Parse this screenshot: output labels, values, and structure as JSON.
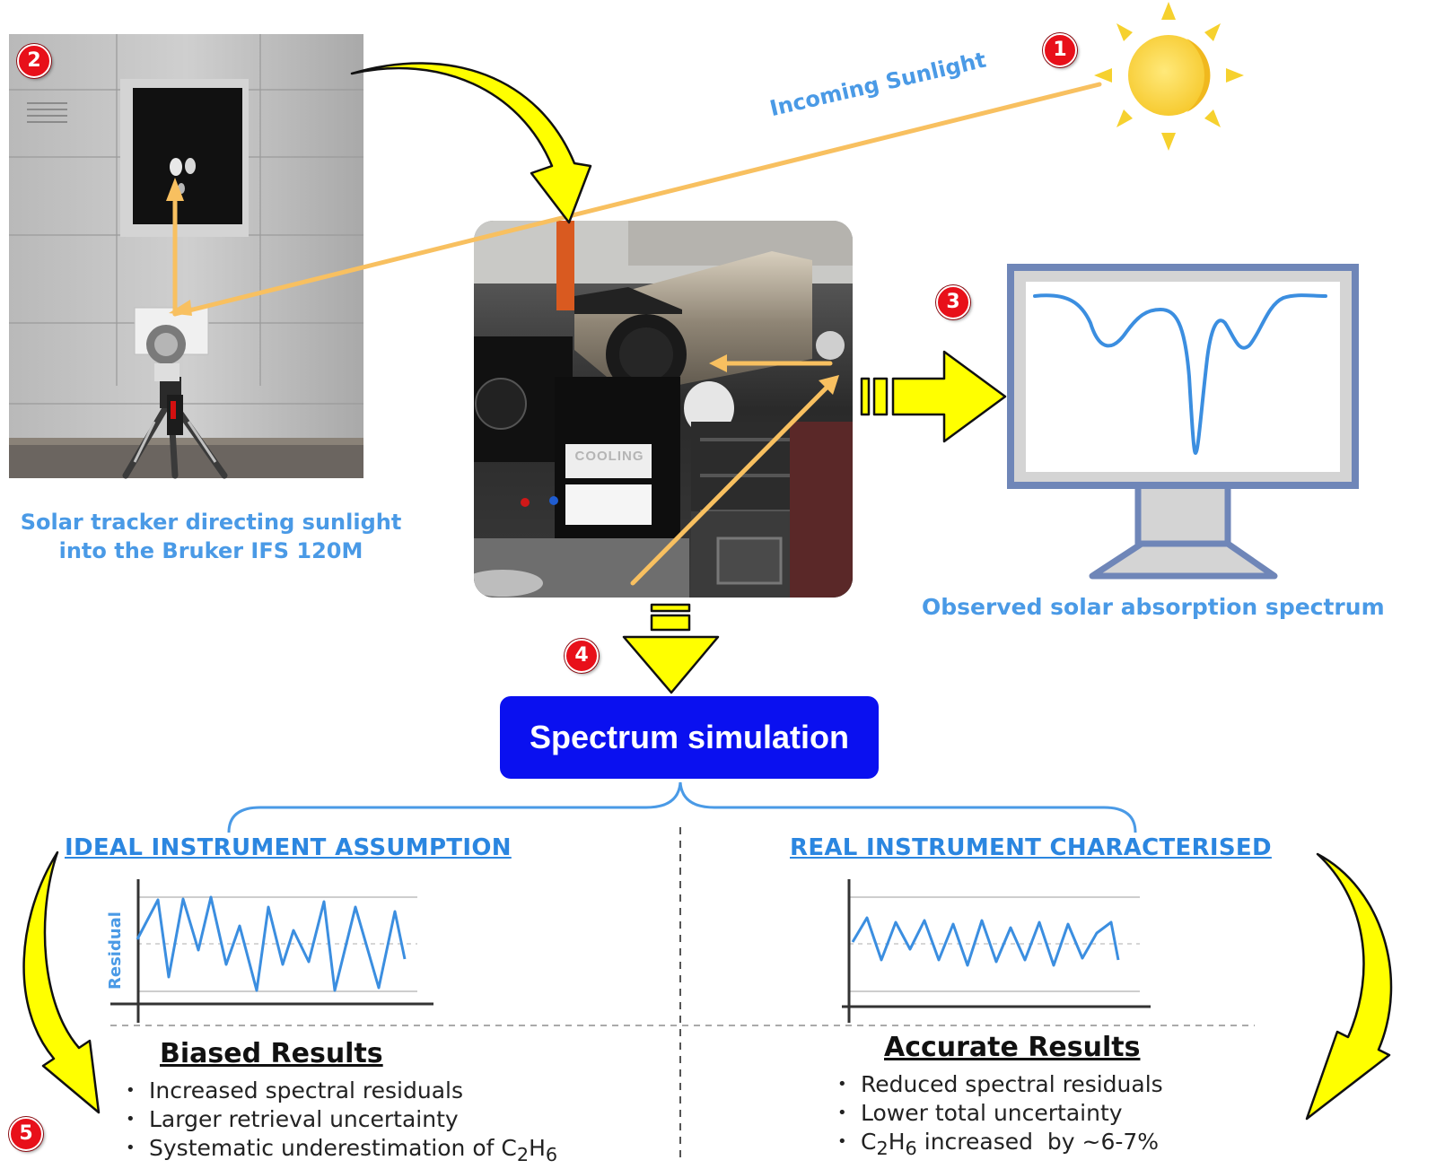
{
  "steps": {
    "s1": "1",
    "s2": "2",
    "s3": "3",
    "s4": "4",
    "s5": "5"
  },
  "labels": {
    "incoming_sunlight": "Incoming Sunlight",
    "tracker_line1": "Solar tracker directing sunlight",
    "tracker_line2": "into the Bruker IFS 120M",
    "observed_spectrum": "Observed solar absorption spectrum",
    "spectrum_simulation": "Spectrum simulation",
    "cooling_sign": "COOLING"
  },
  "ideal": {
    "title": "IDEAL INSTRUMENT ASSUMPTION",
    "residual_axis": "Residual",
    "result_title": "Biased Results",
    "bullets": [
      {
        "pre": "Increased spectral residuals",
        "sub": "",
        "post": ""
      },
      {
        "pre": "Larger retrieval uncertainty",
        "sub": "",
        "post": ""
      },
      {
        "pre": "Systematic underestimation of C",
        "sub2": "2",
        "mid": "H",
        "sub6": "6"
      }
    ]
  },
  "real": {
    "title": "REAL INSTRUMENT CHARACTERISED",
    "result_title": "Accurate Results",
    "bullets": [
      {
        "text": "Reduced spectral residuals"
      },
      {
        "text": "Lower total uncertainty"
      },
      {
        "pre": "C",
        "sub2": "2",
        "mid": "H",
        "sub6": "6",
        "post": " increased  by ~6-7%"
      }
    ]
  },
  "colors": {
    "accent_blue": "#4a9ae6",
    "sim_box": "#0a10f0",
    "badge_red": "#e8101a",
    "arrow_yellow": "#ffff00",
    "beam_orange": "#f8c060"
  },
  "icons": [
    "sun-icon",
    "monitor-icon"
  ]
}
